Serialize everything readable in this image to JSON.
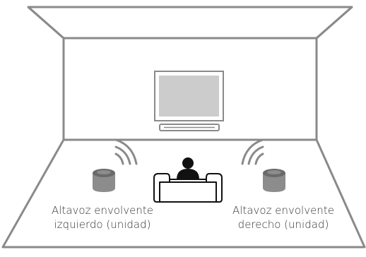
{
  "colors": {
    "wall_stroke": "#8a8a8a",
    "tv_screen": "#cccccc",
    "speaker_body": "#8c8c8c",
    "speaker_top": "#6a6a6a",
    "person": "#111111"
  },
  "icons": {
    "tv": "tv-icon",
    "soundbar": "soundbar-icon",
    "sofa": "sofa-icon",
    "person": "person-icon",
    "speaker_left": "speaker-icon",
    "speaker_right": "speaker-icon",
    "sound_waves": "sound-waves-icon"
  },
  "labels": {
    "left_speaker": {
      "line1": "Altavoz envolvente",
      "line2": "izquierdo (unidad)"
    },
    "right_speaker": {
      "line1": "Altavoz envolvente",
      "line2": "derecho (unidad)"
    }
  }
}
